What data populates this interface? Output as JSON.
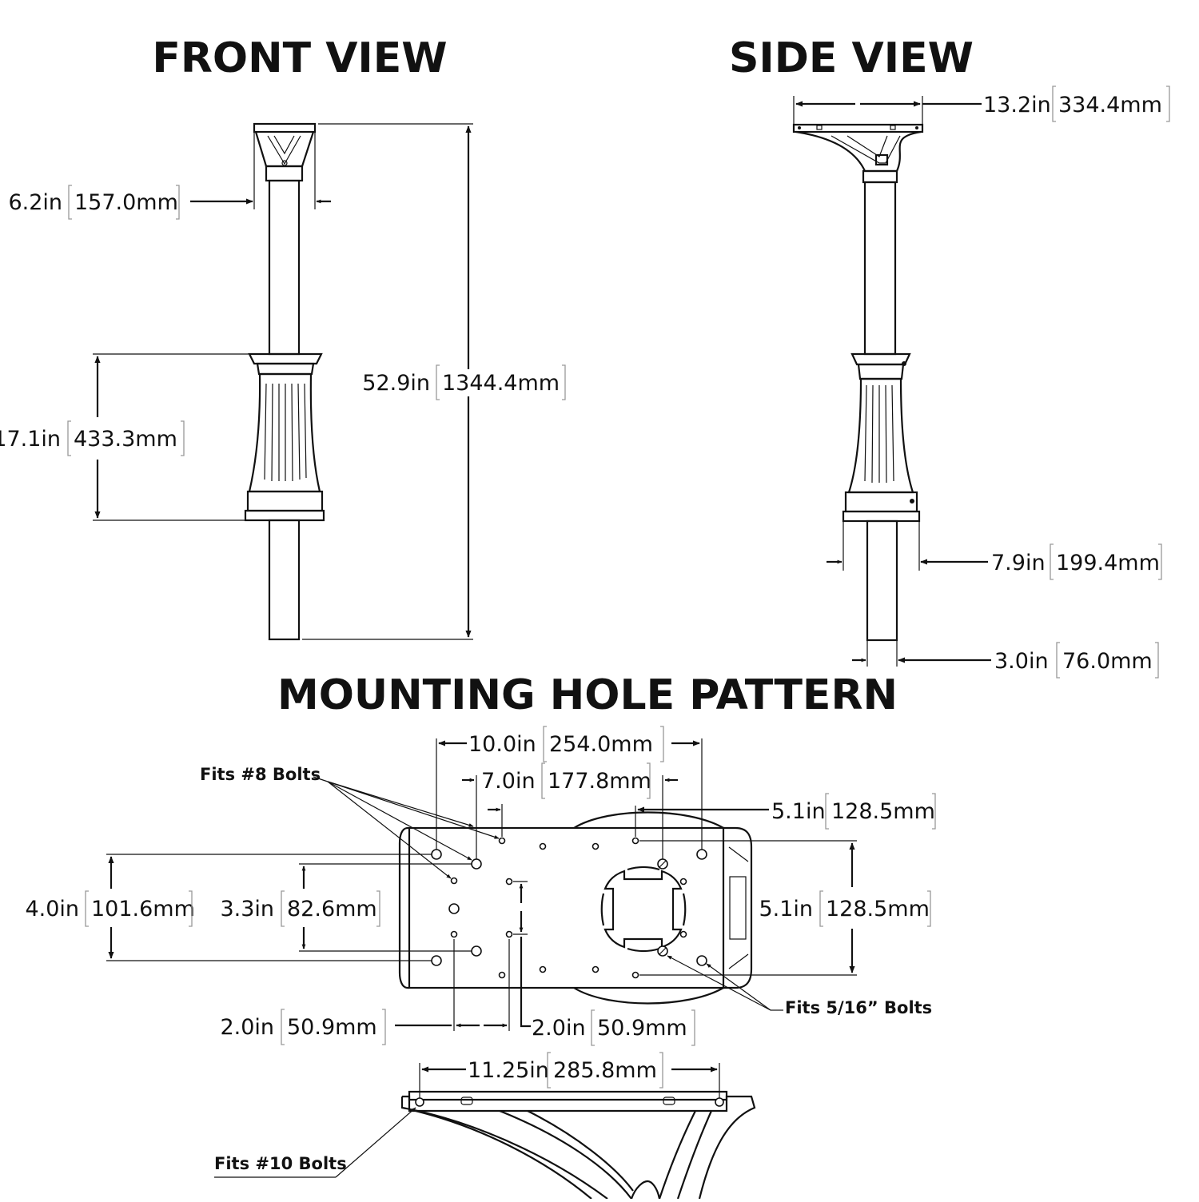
{
  "titles": {
    "front": "FRONT VIEW",
    "side": "SIDE VIEW",
    "mounting": "MOUNTING HOLE PATTERN"
  },
  "dimensions": {
    "front_head_width": {
      "imperial": "6.2in",
      "metric": "157.0mm"
    },
    "front_total_height": {
      "imperial": "52.9in",
      "metric": "1344.4mm"
    },
    "front_base_height": {
      "imperial": "17.1in",
      "metric": "433.3mm"
    },
    "side_top_width": {
      "imperial": "13.2in",
      "metric": "334.4mm"
    },
    "side_base_width": {
      "imperial": "7.9in",
      "metric": "199.4mm"
    },
    "side_post_width": {
      "imperial": "3.0in",
      "metric": "76.0mm"
    },
    "plate_outer_span": {
      "imperial": "10.0in",
      "metric": "254.0mm"
    },
    "plate_inner_span": {
      "imperial": "7.0in",
      "metric": "177.8mm"
    },
    "plate_right_span": {
      "imperial": "5.1in",
      "metric": "128.5mm"
    },
    "plate_right_height": {
      "imperial": "5.1in",
      "metric": "128.5mm"
    },
    "plate_outer_height": {
      "imperial": "4.0in",
      "metric": "101.6mm"
    },
    "plate_inner_height": {
      "imperial": "3.3in",
      "metric": "82.6mm"
    },
    "plate_small_span": {
      "imperial": "2.0in",
      "metric": "50.9mm"
    },
    "plate_small_height": {
      "imperial": "2.0in",
      "metric": "50.9mm"
    },
    "bracket_span": {
      "imperial": "11.25in",
      "metric": "285.8mm"
    }
  },
  "callouts": {
    "bolts_8": "Fits #8 Bolts",
    "bolts_516": "Fits 5/16” Bolts",
    "bolts_10": "Fits #10 Bolts"
  }
}
